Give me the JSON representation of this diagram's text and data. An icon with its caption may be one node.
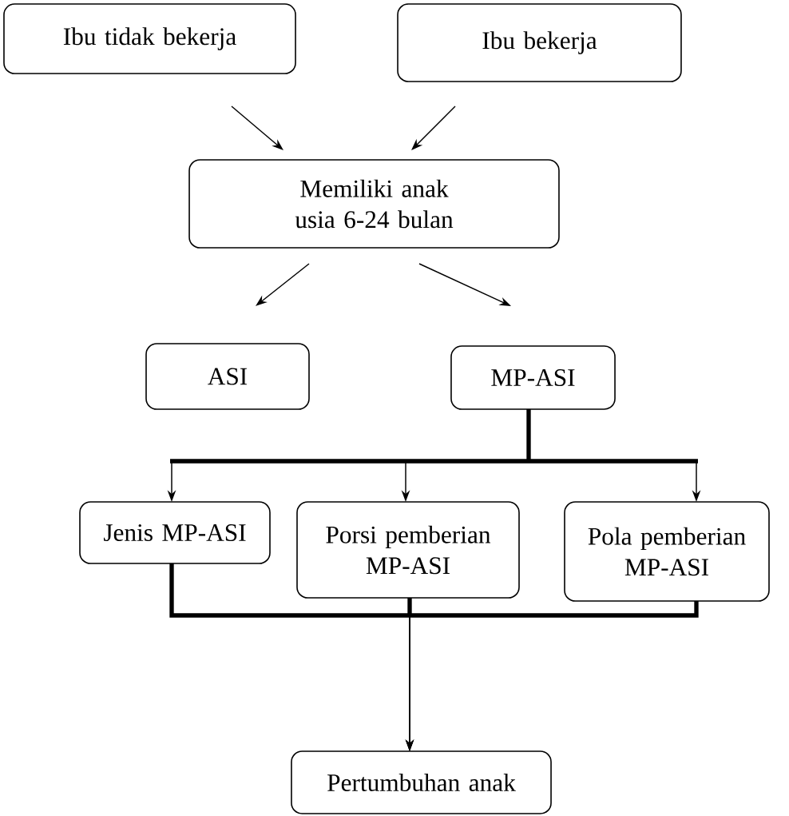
{
  "diagram": {
    "nodes": [
      {
        "text": [
          "Ibu tidak bekerja"
        ]
      },
      {
        "text": [
          "Ibu bekerja"
        ]
      },
      {
        "text": [
          "Memiliki anak usia 6-24 bulan"
        ]
      },
      {
        "text": [
          "ASI"
        ]
      },
      {
        "text": [
          "MP-ASI"
        ]
      },
      {
        "text": [
          "Jenis MP-ASI"
        ]
      },
      {
        "text": [
          "Porsi pemberian MP-ASI"
        ]
      },
      {
        "text": [
          "Pola pemberian MP-ASI"
        ]
      },
      {
        "text": [
          "Pertumbuhan anak"
        ]
      }
    ],
    "edges": [
      {
        "from": 0,
        "to": 2,
        "arrow": "to"
      },
      {
        "from": 1,
        "to": 2,
        "arrow": "to"
      },
      {
        "from": 2,
        "to": 3,
        "arrow": "to"
      },
      {
        "from": 2,
        "to": 4,
        "arrow": "to"
      },
      {
        "from": 4,
        "to": 5,
        "arrow": "to"
      },
      {
        "from": 4,
        "to": 6,
        "arrow": "to"
      },
      {
        "from": 4,
        "to": 7,
        "arrow": "to"
      },
      {
        "from": 5,
        "to": 8,
        "arrow": "to"
      },
      {
        "from": 6,
        "to": 8,
        "arrow": "to"
      },
      {
        "from": 7,
        "to": 8,
        "arrow": "to"
      }
    ]
  }
}
